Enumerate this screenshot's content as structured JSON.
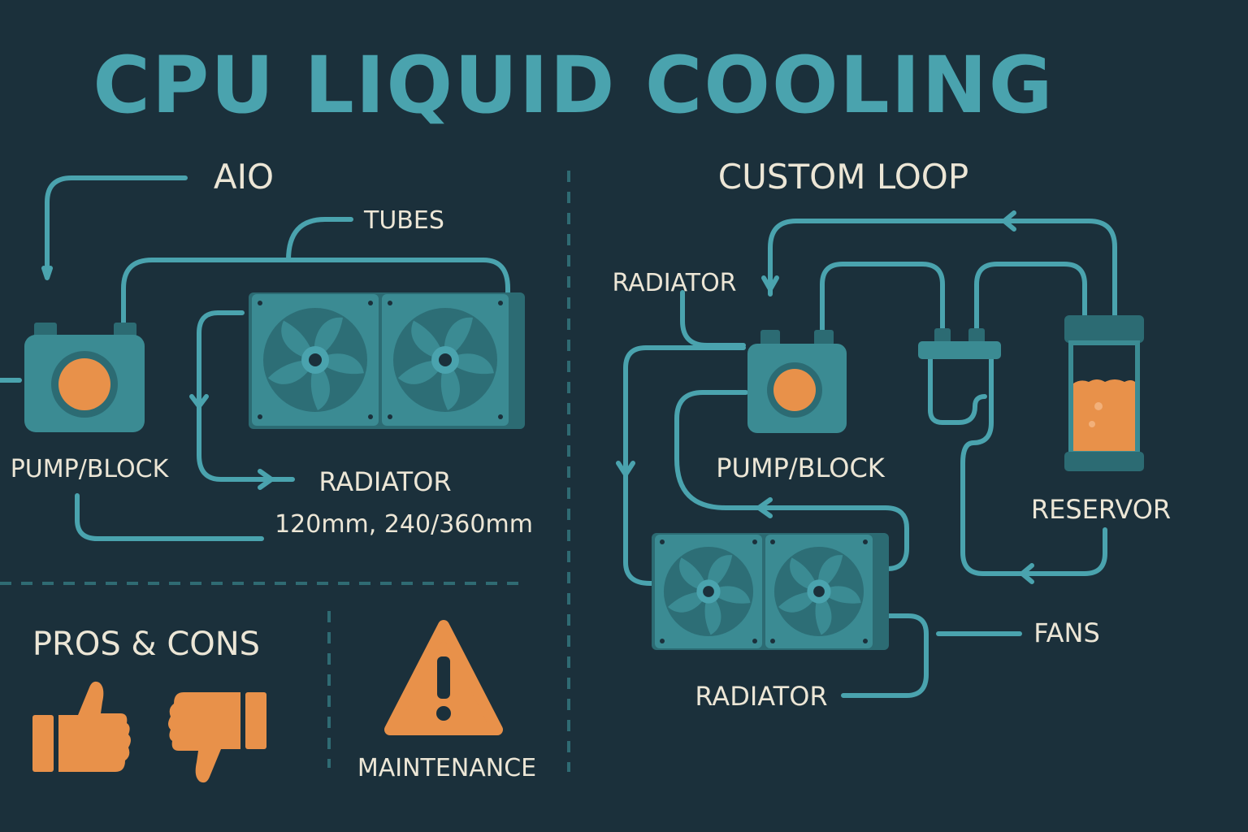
{
  "title": "CPU LIQUID COOLING",
  "colors": {
    "background": "#1b303b",
    "accent": "#4aa3ae",
    "component": "#3b8b93",
    "component_dark": "#2c6b73",
    "coolant": "#e8914a",
    "text_light": "#ece6d6"
  },
  "aio": {
    "heading": "AIO",
    "tubes_label": "TUBES",
    "pump_label": "PUMP/BLOCK",
    "radiator_label": "RADIATOR",
    "sizes_label": "120mm, 240/360mm"
  },
  "custom_loop": {
    "heading": "CUSTOM LOOP",
    "radiator_top_label": "RADIATOR",
    "pump_label": "PUMP/BLOCK",
    "reservoir_label": "RESERVOR",
    "fans_label": "FANS",
    "radiator_bottom_label": "RADIATOR"
  },
  "pros_cons": {
    "heading": "PROS & CONS",
    "icons": [
      "thumbs-up-icon",
      "thumbs-down-icon"
    ]
  },
  "maintenance": {
    "label": "MAINTENANCE",
    "icon": "warning-icon"
  }
}
